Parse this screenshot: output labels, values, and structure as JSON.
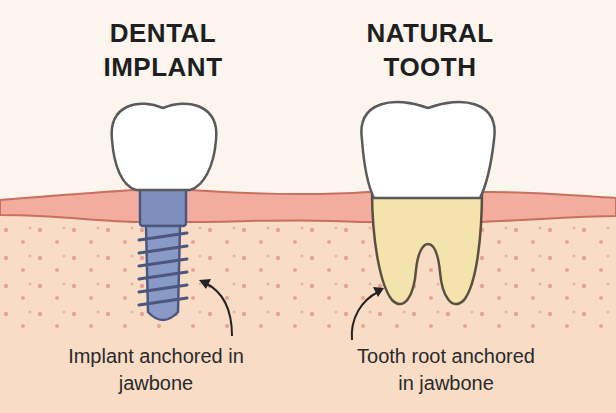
{
  "diagram": {
    "labels": [
      "DENTAL IMPLANT",
      "NATURAL TOOTH",
      "Implant anchored in jawbone",
      "Tooth root anchored in jawbone"
    ]
  }
}
